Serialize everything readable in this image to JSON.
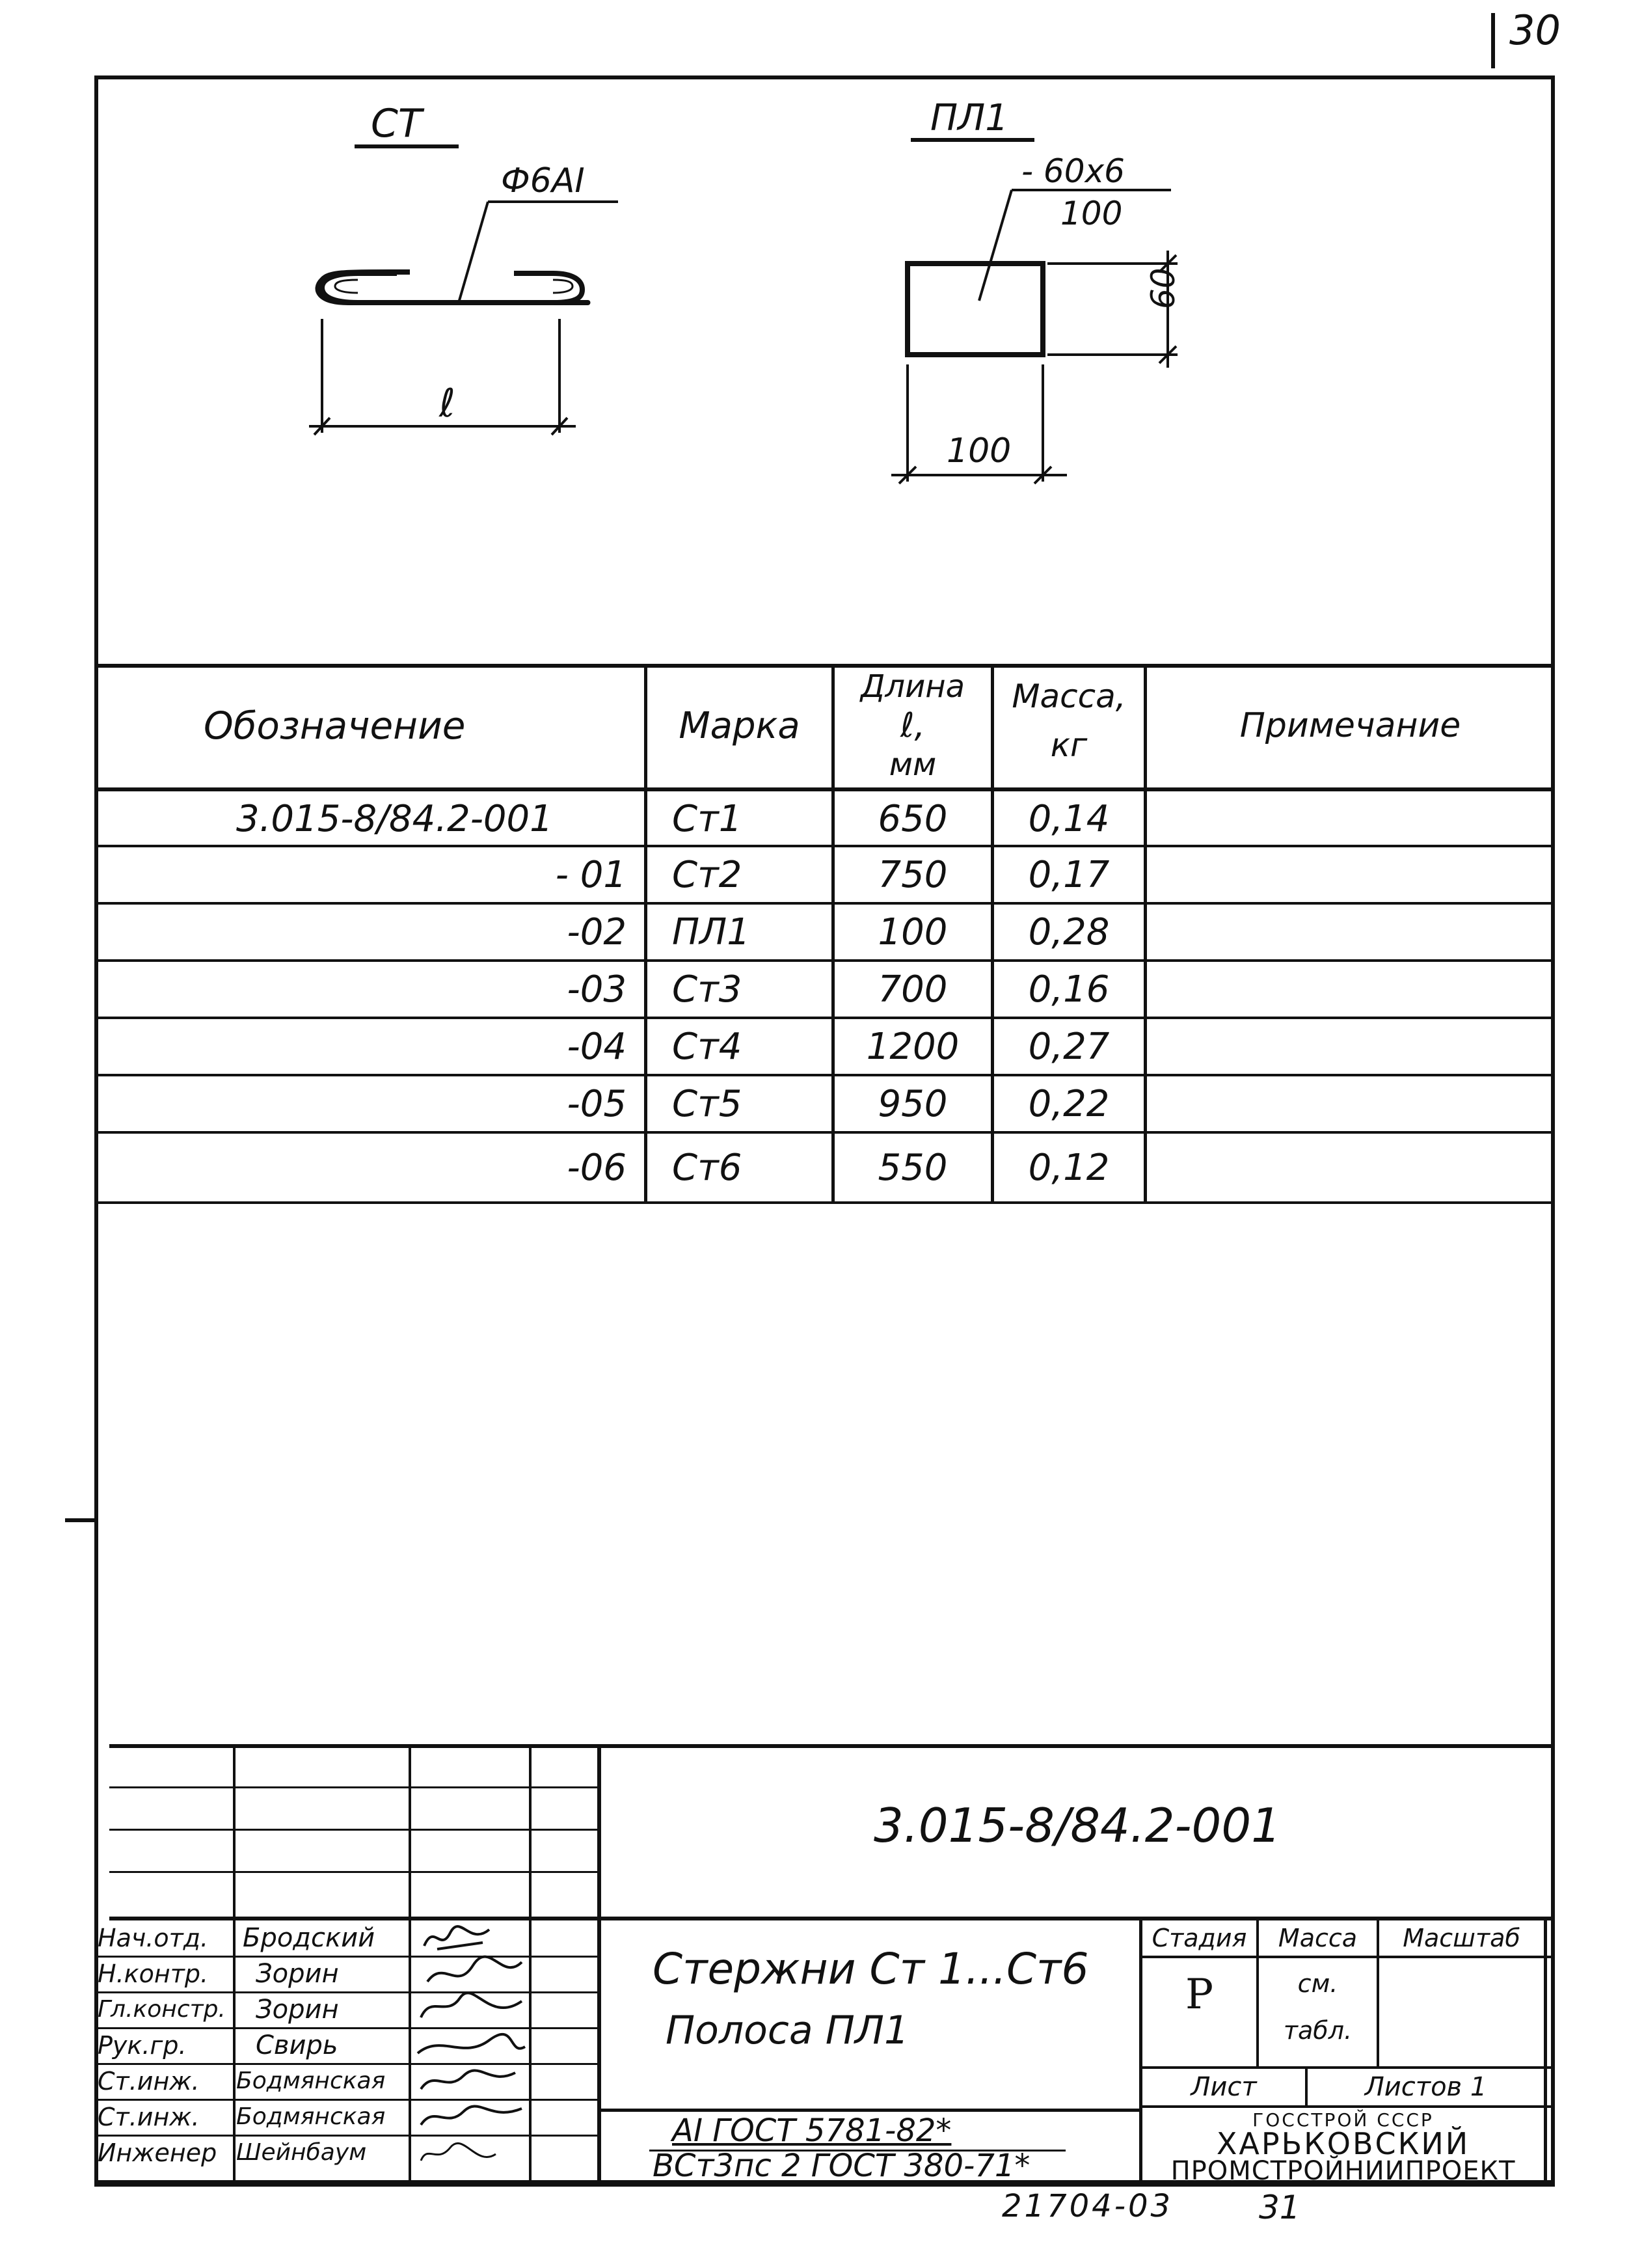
{
  "sheet_number_top": "30",
  "drawings": {
    "rod": {
      "title": "СТ",
      "bar_label": "Ф6АI",
      "length_label": "ℓ"
    },
    "plate": {
      "title": "ПЛ1",
      "section_label": "- 60х6",
      "section_length": "100",
      "height_dim": "60",
      "width_dim": "100"
    }
  },
  "spec_table": {
    "headers": {
      "designation": "Обозначение",
      "mark": "Марка",
      "length": "Длина ℓ, мм",
      "length_l1": "Длина",
      "length_l2": "ℓ,",
      "length_l3": "мм",
      "mass_l1": "Масса,",
      "mass_l2": "кг",
      "note": "Примечание"
    },
    "rows": [
      {
        "designation": "3.015-8/84.2-001",
        "mark": "Ст1",
        "length": "650",
        "mass": "0,14",
        "note": ""
      },
      {
        "designation": "- 01",
        "mark": "Ст2",
        "length": "750",
        "mass": "0,17",
        "note": ""
      },
      {
        "designation": "-02",
        "mark": "ПЛ1",
        "length": "100",
        "mass": "0,28",
        "note": ""
      },
      {
        "designation": "-03",
        "mark": "Ст3",
        "length": "700",
        "mass": "0,16",
        "note": ""
      },
      {
        "designation": "-04",
        "mark": "Ст4",
        "length": "1200",
        "mass": "0,27",
        "note": ""
      },
      {
        "designation": "-05",
        "mark": "Ст5",
        "length": "950",
        "mass": "0,22",
        "note": ""
      },
      {
        "designation": "-06",
        "mark": "Ст6",
        "length": "550",
        "mass": "0,12",
        "note": ""
      }
    ]
  },
  "title_block": {
    "document_code": "3.015-8/84.2-001",
    "title_line1": "Стержни Ст 1...Ст6",
    "title_line2": "Полоса ПЛ1",
    "stage_header": "Стадия",
    "mass_header": "Масса",
    "scale_header": "Масштаб",
    "stage_value": "Р",
    "mass_value_l1": "см.",
    "mass_value_l2": "табл.",
    "sheet_label": "Лист",
    "sheets_label": "Листов 1",
    "materials_line1": "АI ГОСТ 5781-82*",
    "materials_line2": "ВСт3пс 2 ГОСТ 380-71*",
    "org_line1": "ГОССТРОЙ СССР",
    "org_line2": "ХАРЬКОВСКИЙ",
    "org_line3": "ПРОМСТРОЙНИИПРОЕКТ",
    "staff": [
      {
        "role": "Нач.отд.",
        "name": "Бродский"
      },
      {
        "role": "Н.контр.",
        "name": "Зорин"
      },
      {
        "role": "Гл.констр.",
        "name": "Зорин"
      },
      {
        "role": "Рук.гр.",
        "name": "Свирь"
      },
      {
        "role": "Ст.инж.",
        "name": "Бодмянская"
      },
      {
        "role": "Ст.инж.",
        "name": "Бодмянская"
      },
      {
        "role": "Инженер",
        "name": "Шейнбаум"
      }
    ]
  },
  "footer": {
    "archive_number": "21704-03",
    "page_number": "31"
  }
}
